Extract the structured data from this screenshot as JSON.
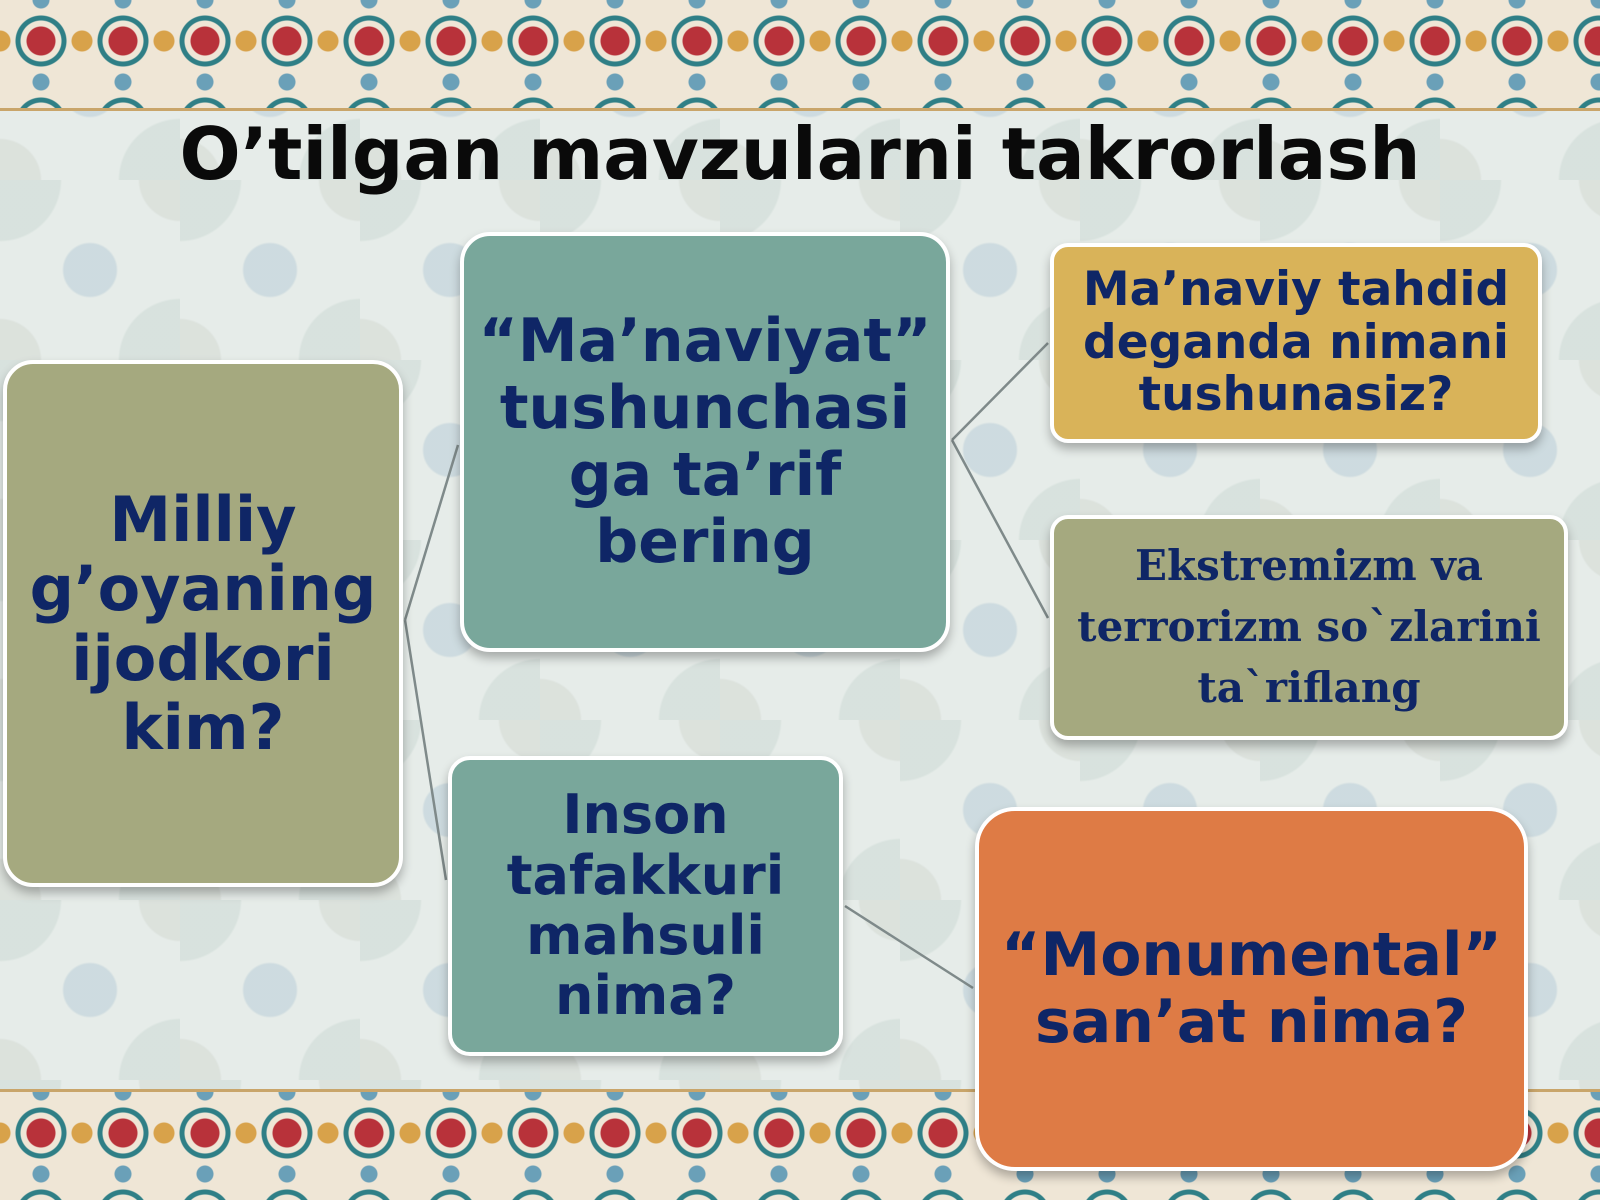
{
  "slide": {
    "title": "O’tilgan mavzularni takrorlash"
  },
  "nodes": {
    "milliy": "Milliy\ng’oyaning\nijodkori\nkim?",
    "manaviyat": "“Ma’naviyat”\ntushunchasi\nga ta’rif\nbering",
    "tahdid": "Ma’naviy tahdid\ndeganda nimani\ntushunasiz?",
    "ekstremizm": "Ekstremizm va\nterrorizm so`zlarini\nta`riflang",
    "inson": "Inson\ntafakkuri\nmahsuli\nnima?",
    "monumental": "“Monumental”\nsan’at  nima?"
  },
  "colors": {
    "text": "#0f2666",
    "olive": "#a5a97f",
    "teal": "#79a79b",
    "gold": "#d9b359",
    "orange": "#de7b45",
    "connector": "#7f8a8a"
  }
}
